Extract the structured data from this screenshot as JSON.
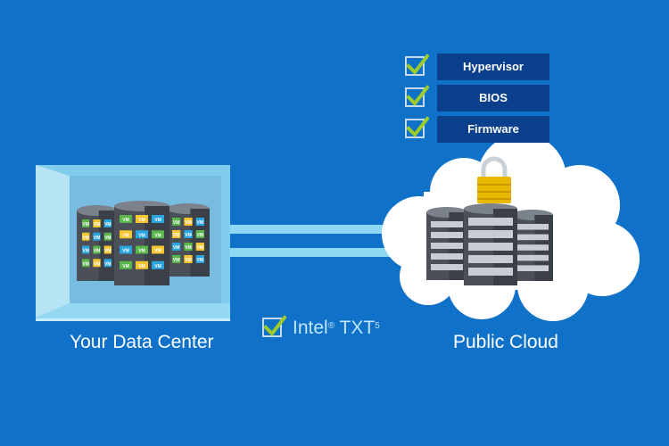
{
  "checklist": [
    {
      "label": "Hypervisor",
      "checked": true
    },
    {
      "label": "BIOS",
      "checked": true
    },
    {
      "label": "Firmware",
      "checked": true
    }
  ],
  "data_center": {
    "caption": "Your Data Center",
    "vm_badge": "VM"
  },
  "public_cloud": {
    "caption": "Public Cloud"
  },
  "link": {
    "name": "Intel",
    "mark": "®",
    "suffix": " TXT",
    "footnote": "5"
  },
  "colors": {
    "background": "#0f71c8",
    "label_box": "#0a3f8c",
    "check_green": "#9ccc2b",
    "lock_gold": "#e9b800",
    "vm_yellow": "#f3c531",
    "vm_blue": "#2aa4de",
    "vm_green": "#5ab64a"
  }
}
